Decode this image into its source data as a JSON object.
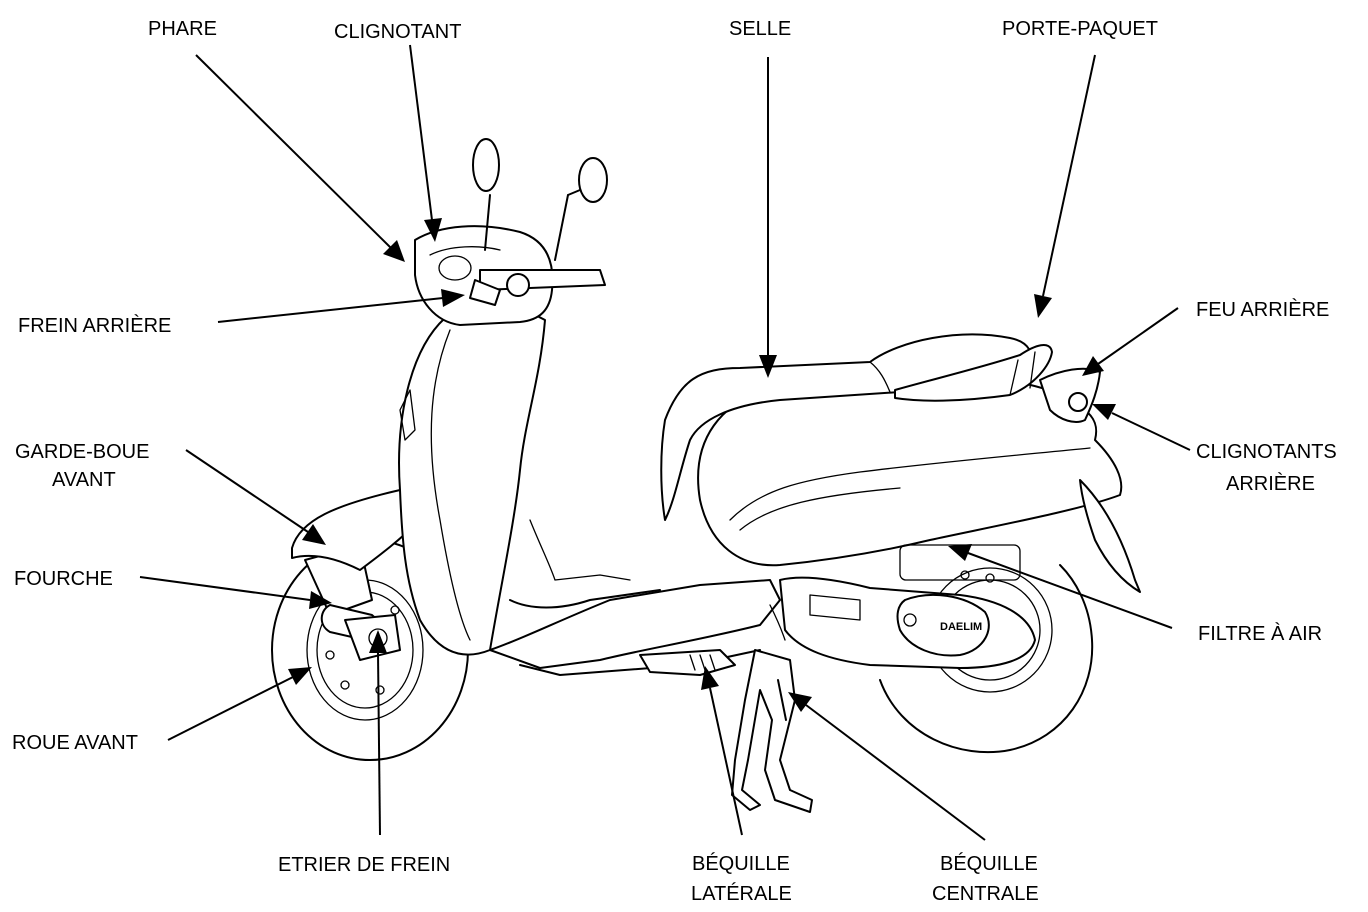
{
  "labels": {
    "phare": "PHARE",
    "clignotant": "CLIGNOTANT",
    "selle": "SELLE",
    "porte_paquet": "PORTE-PAQUET",
    "frein_arriere": "FREIN ARRIÈRE",
    "feu_arriere": "FEU ARRIÈRE",
    "garde_boue_1": "GARDE-BOUE",
    "garde_boue_2": "AVANT",
    "clignotants_arriere_1": "CLIGNOTANTS",
    "clignotants_arriere_2": "ARRIÈRE",
    "fourche": "FOURCHE",
    "filtre_a_air": "FILTRE À AIR",
    "roue_avant": "ROUE AVANT",
    "etrier_de_frein": "ETRIER DE FREIN",
    "bequille_laterale_1": "BÉQUILLE",
    "bequille_laterale_2": "LATÉRALE",
    "bequille_centrale_1": "BÉQUILLE",
    "bequille_centrale_2": "CENTRALE",
    "brand": "DAELIM"
  }
}
